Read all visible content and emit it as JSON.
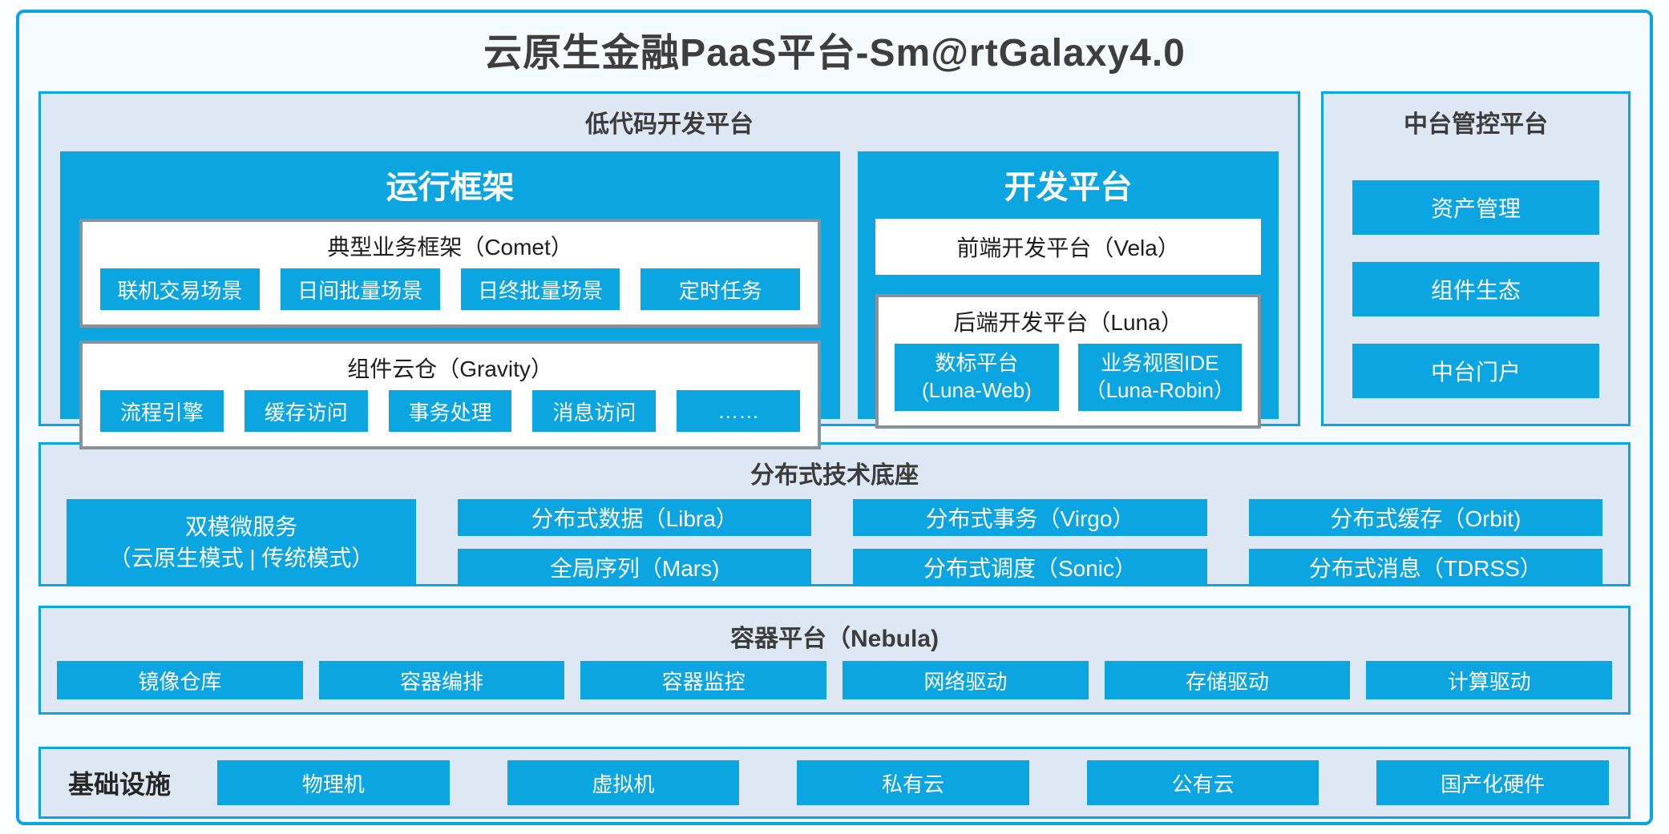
{
  "title": "云原生金融PaaS平台-Sm@rtGalaxy4.0",
  "colors": {
    "primary_blue": "#0BA5E2",
    "panel_background": "#DEE8F5",
    "outer_background": "#F4FAFE",
    "gray_border": "#8B9199"
  },
  "lowcode": {
    "title": "低代码开发平台",
    "runtime": {
      "title": "运行框架",
      "comet": {
        "title": "典型业务框架（Comet）",
        "items": [
          "联机交易场景",
          "日间批量场景",
          "日终批量场景",
          "定时任务"
        ]
      },
      "gravity": {
        "title": "组件云仓（Gravity）",
        "items": [
          "流程引擎",
          "缓存访问",
          "事务处理",
          "消息访问",
          "……"
        ]
      }
    },
    "devplat": {
      "title": "开发平台",
      "vela": "前端开发平台（Vela）",
      "luna": {
        "title": "后端开发平台（Luna）",
        "items": [
          {
            "line1": "数标平台",
            "line2": "(Luna-Web)"
          },
          {
            "line1": "业务视图IDE",
            "line2": "（Luna-Robin）"
          }
        ]
      }
    }
  },
  "midplatform": {
    "title": "中台管控平台",
    "items": [
      "资产管理",
      "组件生态",
      "中台门户"
    ]
  },
  "distributed": {
    "title": "分布式技术底座",
    "dual_mode": {
      "line1": "双模微服务",
      "line2": "（云原生模式 | 传统模式）"
    },
    "row1": [
      "分布式数据（Libra）",
      "分布式事务（Virgo）",
      "分布式缓存（Orbit)"
    ],
    "row2": [
      "全局序列（Mars)",
      "分布式调度（Sonic）",
      "分布式消息（TDRSS）"
    ]
  },
  "container_platform": {
    "title": "容器平台（Nebula)",
    "items": [
      "镜像仓库",
      "容器编排",
      "容器监控",
      "网络驱动",
      "存储驱动",
      "计算驱动"
    ]
  },
  "infrastructure": {
    "label": "基础设施",
    "items": [
      "物理机",
      "虚拟机",
      "私有云",
      "公有云",
      "国产化硬件"
    ]
  }
}
